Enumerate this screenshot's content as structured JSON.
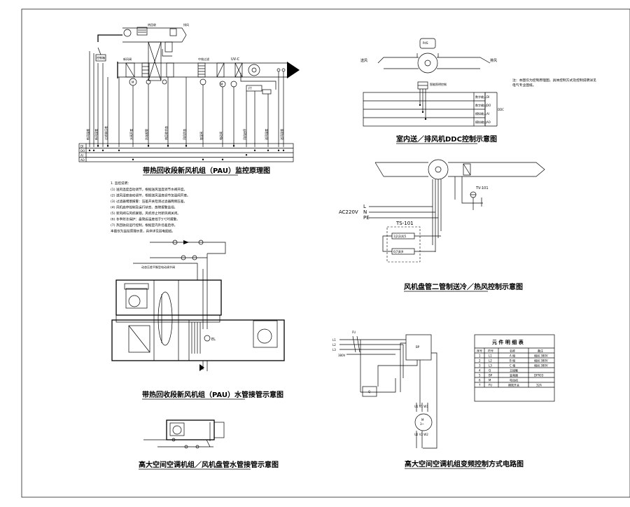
{
  "diagrams": {
    "pau_monitor": {
      "title": "带热回收段新风机组（PAU）监控原理图",
      "bus_labels": [
        "DI",
        "DO",
        "AI",
        "AO"
      ]
    },
    "pau_notes": {
      "heading": "1. 监控说明：",
      "lines": [
        "(1) 送风温度自动调节，根据送风温度调节水阀开度。",
        "(2) 送风湿度自动调节，根据送风湿度调节加湿阀开度。",
        "(3) 过滤器堵塞报警：压差开关检测过滤器两侧压差。",
        "(4) 风机启停控制及运行状态、故障报警监视。",
        "(5) 新风阀与风机联锁，风机停止时新风阀关闭。",
        "(6) 冬季防冻保护：盘管后温度低于5℃时报警。",
        "(7) 热回收段运行控制，根据室内外焓差启停。",
        "    本图仅为监控原理示意，具体详见弱电图纸。"
      ],
      "pipe_note": "动态压差平衡型电动调节阀"
    },
    "pau_piping": {
      "title": "带热回收段新风机组（PAU）水管接管示意图",
      "el_label": "EL"
    },
    "fcu_piping": {
      "title": "高大空间空调机组／风机盘管水管接管示意图"
    },
    "ddc": {
      "title": "室内送／排风机DDC控制示意图",
      "left_label": "送风",
      "right_label": "排风",
      "note": "注：本图仅为控制原理图，具体控制方式及控制说明详见电气专业图纸。",
      "cabinet_label": "智能照明控制",
      "ddc_label": "DDC",
      "rows": [
        {
          "name": "数字输入",
          "code": "DI"
        },
        {
          "name": "数字输出",
          "code": "DO"
        },
        {
          "name": "模拟输入",
          "code": "AI"
        },
        {
          "name": "模拟输出",
          "code": "AO"
        }
      ]
    },
    "fcu_control": {
      "title": "风机盘管二管制送冷／热风控制示意图",
      "valve": "TV-101",
      "thermostat": "TS-101",
      "power": [
        "L",
        "N",
        "PE"
      ],
      "supply": "AC220V",
      "left_terminals": [
        "1",
        "2",
        "3",
        "4",
        "5"
      ],
      "right_terminals": [
        "6",
        "7",
        "8",
        "9"
      ]
    },
    "vfd": {
      "title": "高大空间空调机组变频控制方式电路图",
      "phase_labels": [
        "L1",
        "L2",
        "L3"
      ],
      "fuse_label": "FU",
      "drive_label": "BP",
      "relay_label": "Q",
      "motor_label": "M",
      "voltage": "380V",
      "terminals_top": "U1 V1 W1",
      "terminals_bottom": "U2 V2 W2"
    },
    "component_table": {
      "title": "元 件 明 细 表",
      "headers": [
        "序号",
        "符号",
        "名称",
        "备注"
      ],
      "rows": [
        [
          "1",
          "L1",
          "A 相",
          "相间 380V"
        ],
        [
          "2",
          "L2",
          "B 相",
          "相间 380V"
        ],
        [
          "3",
          "L3",
          "C 相",
          "相间 380V"
        ],
        [
          "4",
          "Q",
          "主接触",
          ""
        ],
        [
          "5",
          "BP",
          "变频器",
          "DFR03"
        ],
        [
          "6",
          "M",
          "电动机",
          ""
        ],
        [
          "7",
          "FU",
          "隔离开关",
          "32A"
        ]
      ]
    }
  }
}
